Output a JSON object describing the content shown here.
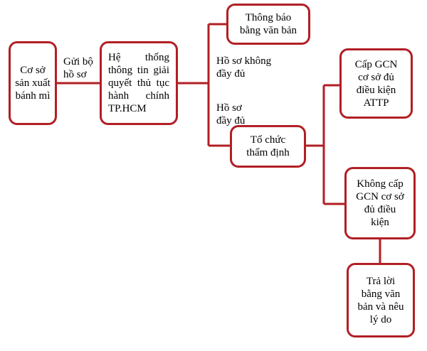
{
  "nodes": {
    "bakery": "Cơ sở sản xuất bánh mì",
    "system": {
      "line1": "Hệ thống",
      "line2": "thông tin giải",
      "line3": "quyết thủ tục",
      "line4": "hành chính",
      "line5": "TP.HCM"
    },
    "notify": "Thông báo bằng văn bản",
    "appraise": "Tổ chức thẩm định",
    "grant": "Cấp GCN cơ sở đủ điều kiện ATTP",
    "deny": "Không cấp GCN cơ sở đủ điều kiện",
    "reply": "Trả lời bằng văn bản và nêu lý do"
  },
  "edges": {
    "submit_line1": "Gửi bộ",
    "submit_line2": "hồ sơ",
    "incomplete_line1": "Hồ sơ không",
    "incomplete_line2": "đầy đủ",
    "complete_line1": "Hồ sơ",
    "complete_line2": "đầy đủ"
  },
  "colors": {
    "stroke": "#b11f24",
    "text": "#000000",
    "background": "#ffffff"
  }
}
